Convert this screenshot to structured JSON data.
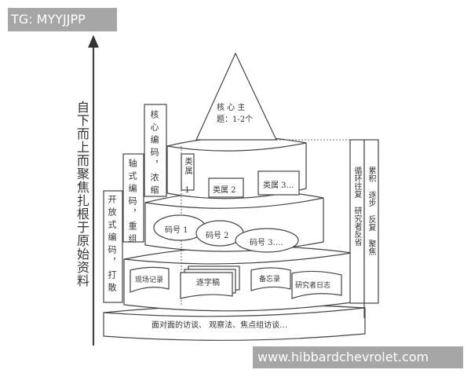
{
  "watermarks": {
    "top_left": "TG: MYYJJPP",
    "bottom_right": "www.hibbardchevrolet.com"
  },
  "left_axis": {
    "label": "自下而上而聚焦扎根于原始资料",
    "arrow_direction": "up"
  },
  "coding_labels": [
    {
      "text": "开放式编码，打散"
    },
    {
      "text": "轴式编码，重组"
    },
    {
      "text": "核心编码，浓缩"
    }
  ],
  "pyramid": {
    "apex": {
      "line1": "核 心 主",
      "line2": "题：1-2个"
    },
    "tier_categories": {
      "items": [
        "类属 1",
        "类属 2",
        "类属 3…"
      ]
    },
    "tier_codes": {
      "items": [
        "码号 1",
        "码号 2",
        "码号 3…."
      ]
    },
    "tier_documents": {
      "items": [
        "现场记录",
        "逐字稿",
        "备忘录",
        "研究者日志"
      ]
    },
    "base": {
      "text": "面对面的访谈、 观察法、焦点组访谈…"
    }
  },
  "right_labels": [
    {
      "text": "循环往复 研究者反省"
    },
    {
      "text": "累积 逐步 反复 聚焦"
    }
  ],
  "colors": {
    "line": "#444444",
    "watermark_bg": "#a6a6a6",
    "watermark_text": "#ffffff"
  }
}
